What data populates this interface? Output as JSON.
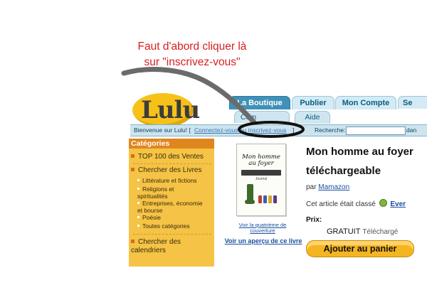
{
  "annotation": {
    "line1": "Faut d'abord cliquer là",
    "line2": "sur \"inscrivez-vous\""
  },
  "site": {
    "logo_text": "Lulu"
  },
  "tabs": [
    "La Boutique",
    "Publier",
    "Mon Compte",
    "Se"
  ],
  "subtabs": [
    "Com",
    "Aide"
  ],
  "bar": {
    "welcome": "Bienvenue sur Lulu! [",
    "connect_link": "Connectez-vous ou inscrivez-vous",
    "connect_close": "]",
    "search_label": "Recherche:",
    "search_value": "",
    "dans": "dan"
  },
  "sidebar": {
    "title": "Catégories",
    "top100": "TOP 100 des Ventes",
    "chercher_livres": "Chercher des Livres",
    "subitems": [
      "Littérature et fictions",
      "Religions et spiritualités",
      "Entreprises, économie et bourse",
      "Poésie",
      "Toutes catégories"
    ],
    "chercher_calendriers": "Chercher des calendriers"
  },
  "book": {
    "cover_title": "Mon homme au foyer",
    "cover_small": "Journal",
    "quatrieme_link": "Voir la quatrième de couverture",
    "apercu_link": "Voir un aperçu de ce livre"
  },
  "product": {
    "title_line1": "Mon homme au foyer",
    "title_line2": "téléchargeable",
    "par_label": "par",
    "author": "Mamazon",
    "rank_text": "Cet article était classé",
    "rank_link": "Ever",
    "prix_label": "Prix:",
    "price": "GRATUIT",
    "price_note": "Téléchargé",
    "add_button": "Ajouter au panier"
  },
  "colors": {
    "annotation": "#d81e1e",
    "tab_active": "#3f91b8",
    "sidebar_bg": "#f5c345",
    "category_header": "#e0861e",
    "button": "#f5b521",
    "link": "#1a4fa0"
  }
}
